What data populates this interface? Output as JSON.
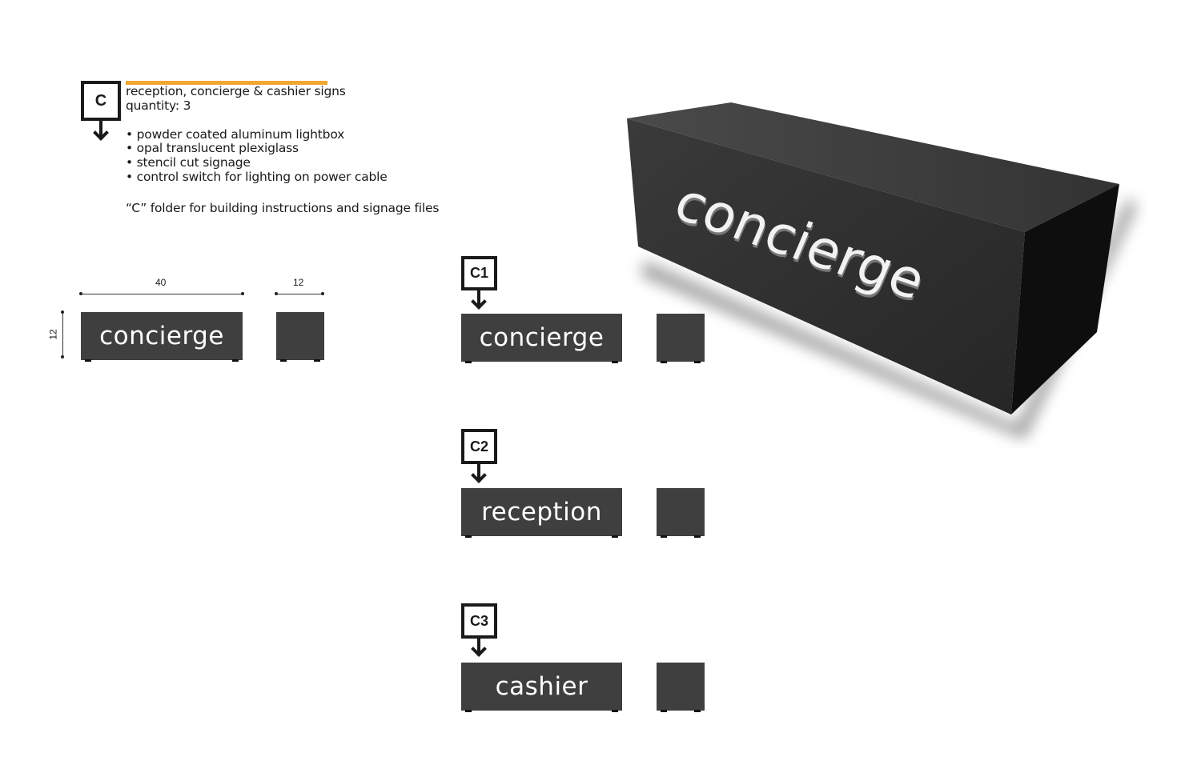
{
  "section_tag": "C",
  "header": {
    "title": "reception, concierge & cashier signs",
    "quantity": "quantity: 3"
  },
  "features": [
    "• powder coated aluminum lightbox",
    "• opal translucent plexiglass",
    "• stencil cut signage",
    "• control switch for lighting on power cable"
  ],
  "folder_note": "“C” folder for building instructions and signage files",
  "dimensions": {
    "width": "40",
    "depth": "12",
    "height": "12"
  },
  "dimension_sign_label": "concierge",
  "signs": [
    {
      "code": "C1",
      "label": "concierge"
    },
    {
      "code": "C2",
      "label": "reception"
    },
    {
      "code": "C3",
      "label": "cashier"
    }
  ],
  "render_label": "concierge",
  "colors": {
    "accent": "#f0a830",
    "sign_body": "#3f3f3f",
    "text_dark": "#1a1a1a"
  }
}
